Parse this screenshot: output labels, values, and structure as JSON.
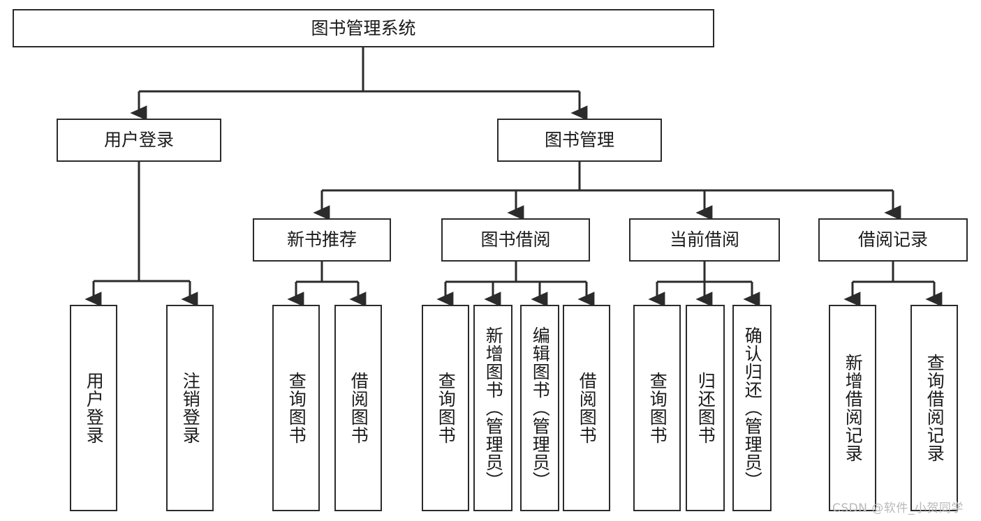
{
  "diagram": {
    "title": "图书管理系统",
    "type": "tree-hierarchy",
    "watermark": "CSDN @软件_小贺同学",
    "colors": {
      "box_border": "#2b2b2b",
      "box_fill": "#ffffff",
      "connector": "#2b2b2b",
      "text": "#1a1a1a",
      "watermark": "#b9b9b9"
    },
    "nodes": {
      "root": {
        "label": "图书管理系统"
      },
      "level1": [
        {
          "label": "用户登录"
        },
        {
          "label": "图书管理"
        }
      ],
      "level2": [
        {
          "label": "新书推荐"
        },
        {
          "label": "图书借阅"
        },
        {
          "label": "当前借阅"
        },
        {
          "label": "借阅记录"
        }
      ],
      "leaves": {
        "user_login": [
          {
            "label": "用户登录"
          },
          {
            "label": "注销登录"
          }
        ],
        "new_book_recommend": [
          {
            "label": "查询图书"
          },
          {
            "label": "借阅图书"
          }
        ],
        "book_borrow": [
          {
            "label": "查询图书"
          },
          {
            "label": "新增图书（管理员）"
          },
          {
            "label": "编辑图书（管理员）"
          },
          {
            "label": "借阅图书"
          }
        ],
        "current_borrow": [
          {
            "label": "查询图书"
          },
          {
            "label": "归还图书"
          },
          {
            "label": "确认归还（管理员）"
          }
        ],
        "borrow_record": [
          {
            "label": "新增借阅记录"
          },
          {
            "label": "查询借阅记录"
          }
        ]
      }
    }
  }
}
